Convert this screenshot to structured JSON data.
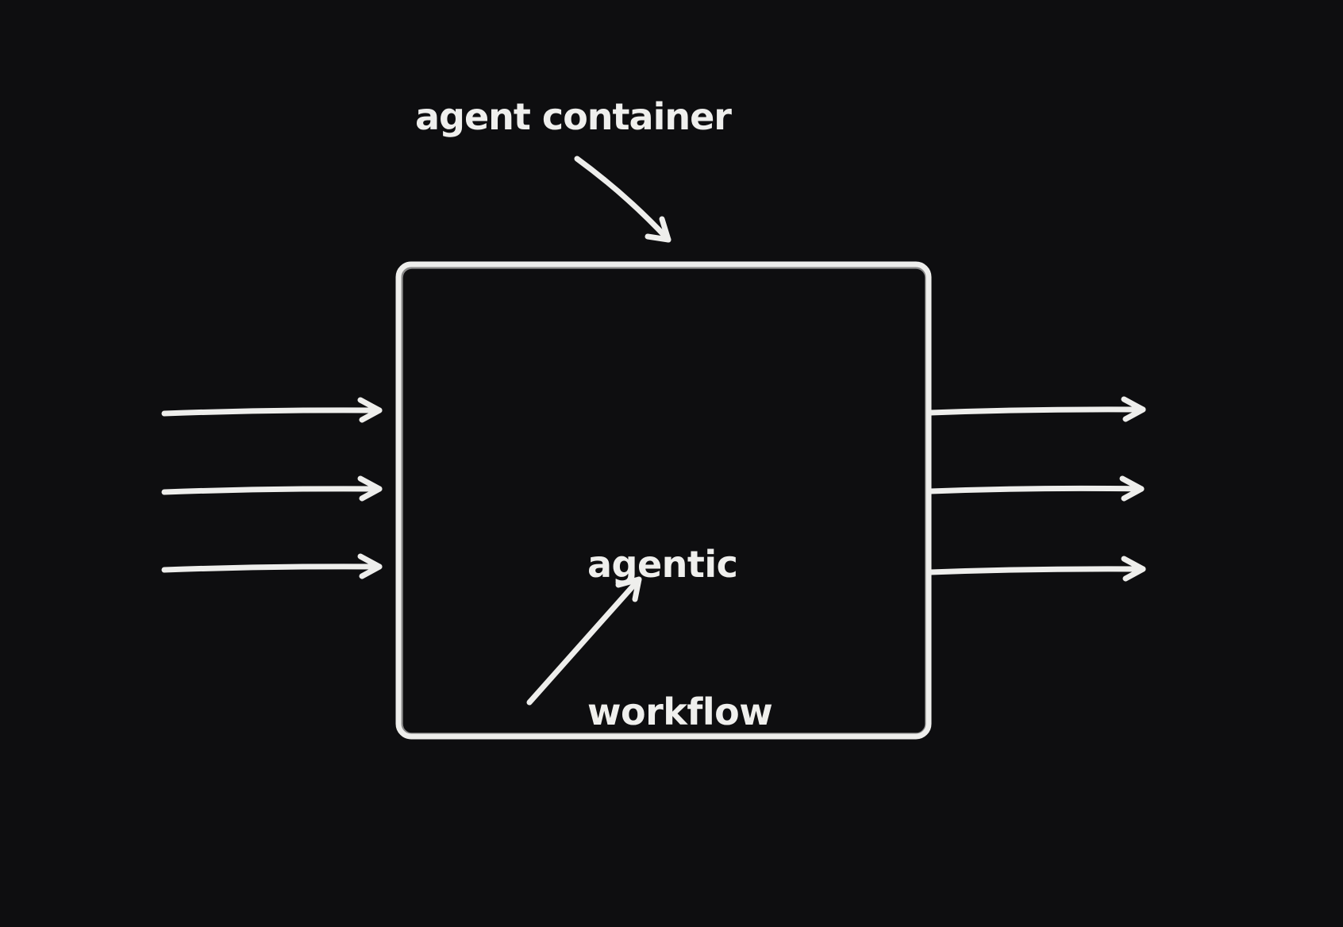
{
  "canvas": {
    "background_color": "#0e0e10",
    "stroke_color": "#eeeeec",
    "text_color": "#efefed"
  },
  "labels": {
    "container": "agent container",
    "workflow_line1": "agentic",
    "workflow_line2": "workflow"
  },
  "flows": {
    "input_arrow_count": 3,
    "output_arrow_count": 3
  }
}
